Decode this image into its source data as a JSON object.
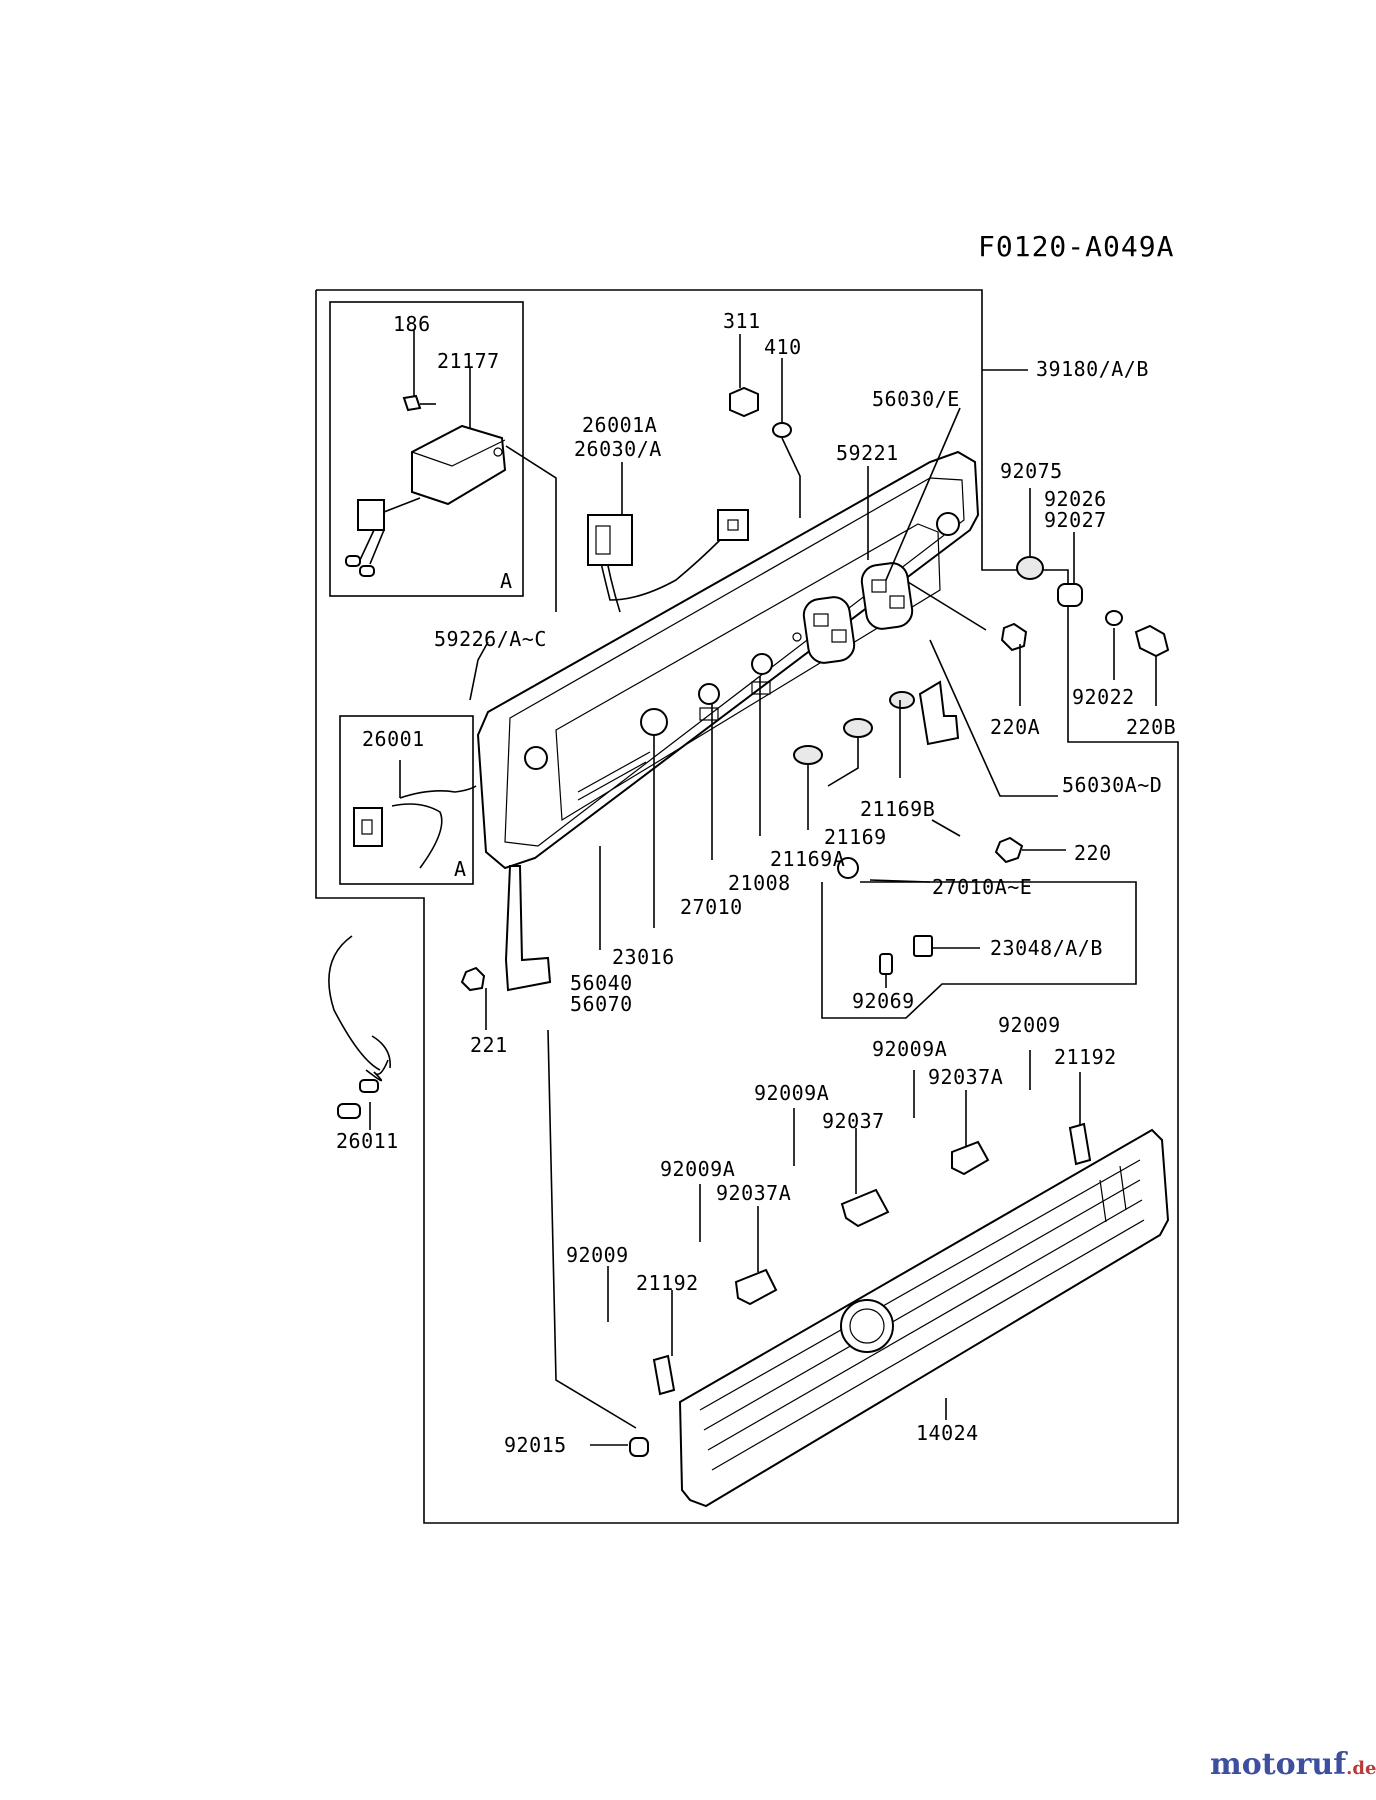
{
  "diagram_code": "F0120-A049A",
  "callouts": [
    {
      "id": "c186",
      "text": "186"
    },
    {
      "id": "c21177",
      "text": "21177"
    },
    {
      "id": "c311",
      "text": "311"
    },
    {
      "id": "c410",
      "text": "410"
    },
    {
      "id": "c39180",
      "text": "39180/A/B"
    },
    {
      "id": "c56030E",
      "text": "56030/E"
    },
    {
      "id": "c26001A",
      "text": "26001A"
    },
    {
      "id": "c26030A",
      "text": "26030/A"
    },
    {
      "id": "c59221",
      "text": "59221"
    },
    {
      "id": "c92075",
      "text": "92075"
    },
    {
      "id": "c92026",
      "text": "92026"
    },
    {
      "id": "c92027",
      "text": "92027"
    },
    {
      "id": "c59226",
      "text": "59226/A~C"
    },
    {
      "id": "c26001",
      "text": "26001"
    },
    {
      "id": "c92022",
      "text": "92022"
    },
    {
      "id": "c220A",
      "text": "220A"
    },
    {
      "id": "c220B",
      "text": "220B"
    },
    {
      "id": "c56030AD",
      "text": "56030A~D"
    },
    {
      "id": "c21169B",
      "text": "21169B"
    },
    {
      "id": "c21169",
      "text": "21169"
    },
    {
      "id": "c220",
      "text": "220"
    },
    {
      "id": "c21169A",
      "text": "21169A"
    },
    {
      "id": "c21008",
      "text": "21008"
    },
    {
      "id": "c27010",
      "text": "27010"
    },
    {
      "id": "c27010AE",
      "text": "27010A~E"
    },
    {
      "id": "c23016",
      "text": "23016"
    },
    {
      "id": "c56040",
      "text": "56040"
    },
    {
      "id": "c56070",
      "text": "56070"
    },
    {
      "id": "c23048",
      "text": "23048/A/B"
    },
    {
      "id": "c92069",
      "text": "92069"
    },
    {
      "id": "c221",
      "text": "221"
    },
    {
      "id": "c26011",
      "text": "26011"
    },
    {
      "id": "c92009a",
      "text": "92009"
    },
    {
      "id": "c92009A1",
      "text": "92009A"
    },
    {
      "id": "c92037A1",
      "text": "92037A"
    },
    {
      "id": "c21192a",
      "text": "21192"
    },
    {
      "id": "c92009A2",
      "text": "92009A"
    },
    {
      "id": "c92037",
      "text": "92037"
    },
    {
      "id": "c92009A3",
      "text": "92009A"
    },
    {
      "id": "c92037A2",
      "text": "92037A"
    },
    {
      "id": "c92009b",
      "text": "92009"
    },
    {
      "id": "c21192b",
      "text": "21192"
    },
    {
      "id": "c92015",
      "text": "92015"
    },
    {
      "id": "c14024",
      "text": "14024"
    }
  ],
  "detail_markers": [
    {
      "id": "markA1",
      "text": "A"
    },
    {
      "id": "markA2",
      "text": "A"
    }
  ],
  "watermark": {
    "brand": "motoruf",
    "suffix": ".de"
  }
}
